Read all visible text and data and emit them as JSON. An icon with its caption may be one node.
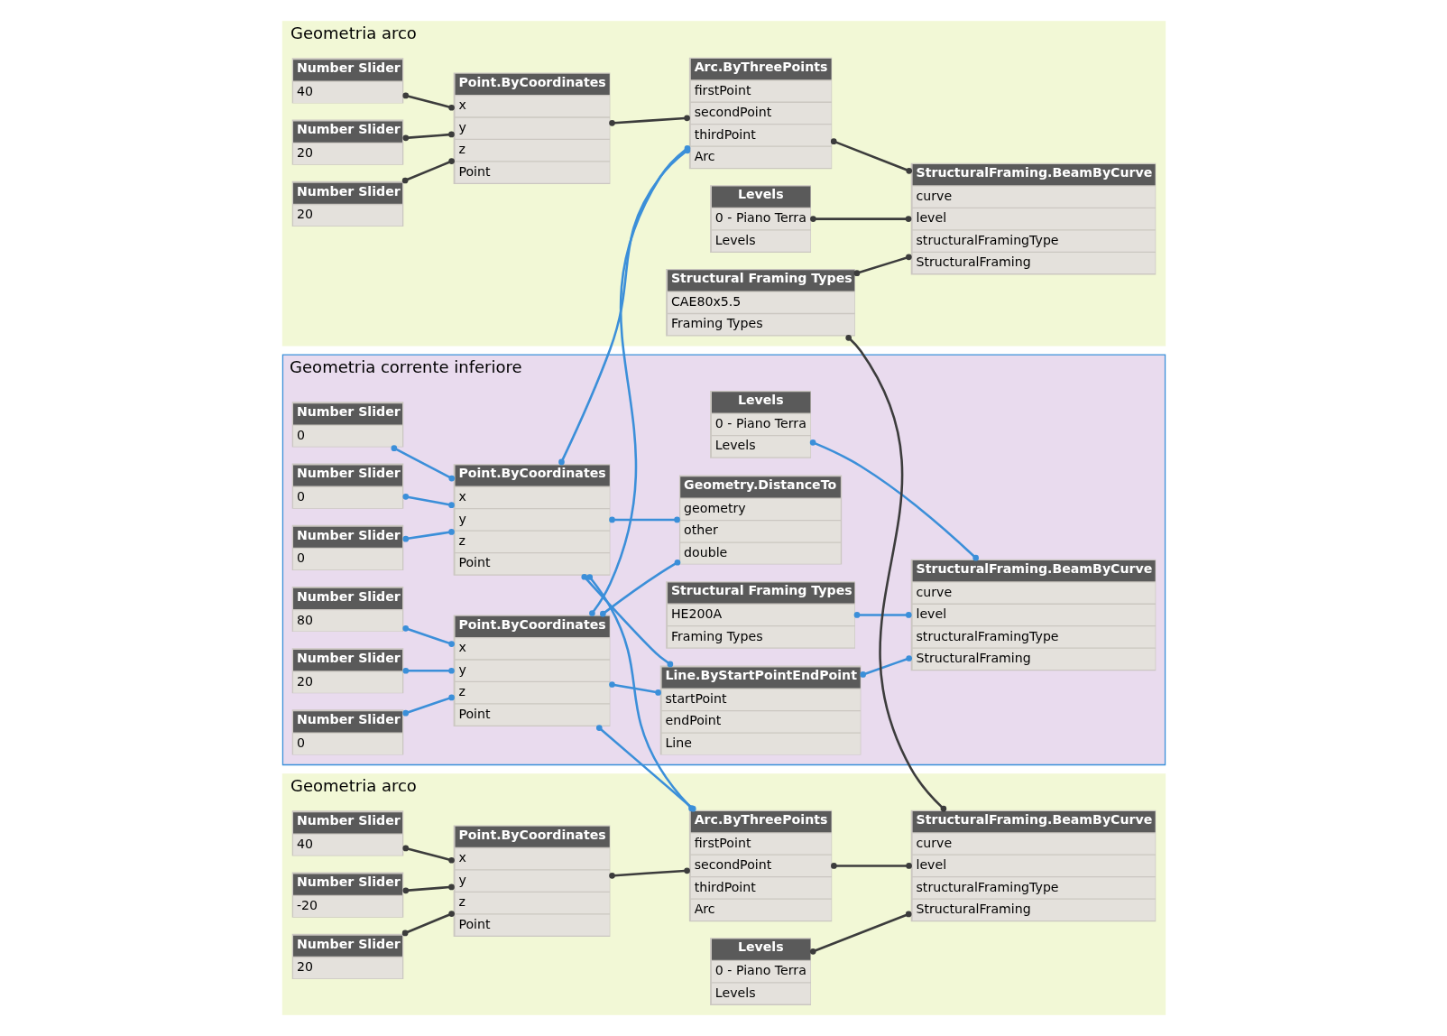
{
  "diagram": {
    "nodes": [
      {
        "text": [
          "Geometria corrente inferiore"
        ]
      },
      {
        "text": [
          "Number Slider",
          "0"
        ],
        "in": 0
      },
      {
        "text": [
          "Number Slider",
          "0"
        ],
        "in": 0
      },
      {
        "text": [
          "Number Slider",
          "0"
        ],
        "in": 0
      },
      {
        "text": [
          "Point.ByCoordinates",
          "x",
          "y",
          "z",
          "Point"
        ],
        "in": 0
      },
      {
        "text": [
          "Number Slider",
          "80"
        ],
        "in": 0
      },
      {
        "text": [
          "Number Slider",
          "20"
        ],
        "in": 0
      },
      {
        "text": [
          "Number Slider",
          "0"
        ],
        "in": 0
      },
      {
        "text": [
          "Point.ByCoordinates",
          "x",
          "y",
          "z",
          "Point"
        ],
        "in": 0
      },
      {
        "text": [
          "Geometry.DistanceTo",
          "geometry",
          "other",
          "double"
        ],
        "in": 0
      },
      {
        "text": [
          "Line.ByStartPointEndPoint",
          "startPoint",
          "endPoint",
          "Line"
        ],
        "in": 0
      },
      {
        "text": [
          "Levels",
          "0 - Piano Terra",
          "Levels"
        ],
        "in": 0
      },
      {
        "text": [
          "Structural Framing Types",
          "HE200A",
          "Framing Types"
        ],
        "in": 0
      },
      {
        "text": [
          "StructuralFraming.BeamByCurve",
          "curve",
          "level",
          "structuralFramingType",
          "StructuralFraming"
        ],
        "in": 0
      },
      {
        "text": [
          "Geometria arco"
        ]
      },
      {
        "text": [
          "Number Slider",
          "40"
        ],
        "in": 14
      },
      {
        "text": [
          "Number Slider",
          "20"
        ],
        "in": 14
      },
      {
        "text": [
          "Number Slider",
          "20"
        ],
        "in": 14
      },
      {
        "text": [
          "Point.ByCoordinates",
          "x",
          "y",
          "z",
          "Point"
        ],
        "in": 14
      },
      {
        "text": [
          "Arc.ByThreePoints",
          "firstPoint",
          "secondPoint",
          "thirdPoint",
          "Arc"
        ],
        "in": 14
      },
      {
        "text": [
          "Levels",
          "0 - Piano Terra",
          "Levels"
        ],
        "in": 14
      },
      {
        "text": [
          "Structural Framing Types",
          "CAE80x5.5",
          "Framing Types"
        ],
        "in": 14
      },
      {
        "text": [
          "StructuralFraming.BeamByCurve",
          "curve",
          "level",
          "structuralFramingType",
          "StructuralFraming"
        ],
        "in": 14
      },
      {
        "text": [
          "Geometria arco"
        ]
      },
      {
        "text": [
          "Number Slider",
          "40"
        ],
        "in": 23
      },
      {
        "text": [
          "Number Slider",
          "-20"
        ],
        "in": 23
      },
      {
        "text": [
          "Number Slider",
          "20"
        ],
        "in": 23
      },
      {
        "text": [
          "Point.ByCoordinates",
          "x",
          "y",
          "z",
          "Point"
        ],
        "in": 23
      },
      {
        "text": [
          "Arc.ByThreePoints",
          "firstPoint",
          "secondPoint",
          "thirdPoint",
          "Arc"
        ],
        "in": 23
      },
      {
        "text": [
          "Levels",
          "0 - Piano Terra",
          "Levels"
        ],
        "in": 23
      },
      {
        "text": [
          "StructuralFraming.BeamByCurve",
          "curve",
          "level",
          "structuralFramingType",
          "StructuralFraming"
        ],
        "in": 23
      }
    ],
    "edges": [
      {
        "from": 1,
        "to": 4,
        "arrow": "other"
      },
      {
        "from": 2,
        "to": 4,
        "arrow": "other"
      },
      {
        "from": 3,
        "to": 4,
        "arrow": "other"
      },
      {
        "from": 5,
        "to": 8,
        "arrow": "other"
      },
      {
        "from": 6,
        "to": 8,
        "arrow": "other"
      },
      {
        "from": 7,
        "to": 8,
        "arrow": "other"
      },
      {
        "from": 4,
        "to": 9,
        "arrow": "other"
      },
      {
        "from": 8,
        "to": 9,
        "arrow": "other"
      },
      {
        "from": 4,
        "to": 10,
        "arrow": "other"
      },
      {
        "from": 8,
        "to": 10,
        "arrow": "other"
      },
      {
        "from": 10,
        "to": 13,
        "arrow": "other"
      },
      {
        "from": 11,
        "to": 13,
        "arrow": "other"
      },
      {
        "from": 12,
        "to": 13,
        "arrow": "other"
      },
      {
        "from": 15,
        "to": 18,
        "arrow": "other",
        "color": "#3c3c3c"
      },
      {
        "from": 16,
        "to": 18,
        "arrow": "other",
        "color": "#3c3c3c"
      },
      {
        "from": 17,
        "to": 18,
        "arrow": "other",
        "color": "#3c3c3c"
      },
      {
        "from": 4,
        "to": 19,
        "arrow": "other"
      },
      {
        "from": 18,
        "to": 19,
        "arrow": "other",
        "color": "#3c3c3c"
      },
      {
        "from": 8,
        "to": 19,
        "arrow": "other"
      },
      {
        "from": 19,
        "to": 22,
        "arrow": "other",
        "color": "#3c3c3c"
      },
      {
        "from": 20,
        "to": 22,
        "arrow": "other",
        "color": "#3c3c3c"
      },
      {
        "from": 21,
        "to": 22,
        "arrow": "other",
        "color": "#3c3c3c"
      },
      {
        "from": 24,
        "to": 27,
        "arrow": "other",
        "color": "#3c3c3c"
      },
      {
        "from": 25,
        "to": 27,
        "arrow": "other",
        "color": "#3c3c3c"
      },
      {
        "from": 26,
        "to": 27,
        "arrow": "other",
        "color": "#3c3c3c"
      },
      {
        "from": 4,
        "to": 28,
        "arrow": "other"
      },
      {
        "from": 27,
        "to": 28,
        "arrow": "other",
        "color": "#3c3c3c"
      },
      {
        "from": 8,
        "to": 28,
        "arrow": "other"
      },
      {
        "from": 28,
        "to": 30,
        "arrow": "other",
        "color": "#3c3c3c"
      },
      {
        "from": 29,
        "to": 30,
        "arrow": "other",
        "color": "#3c3c3c"
      },
      {
        "from": 21,
        "to": 30,
        "arrow": "other",
        "color": "#3c3c3c"
      }
    ]
  }
}
